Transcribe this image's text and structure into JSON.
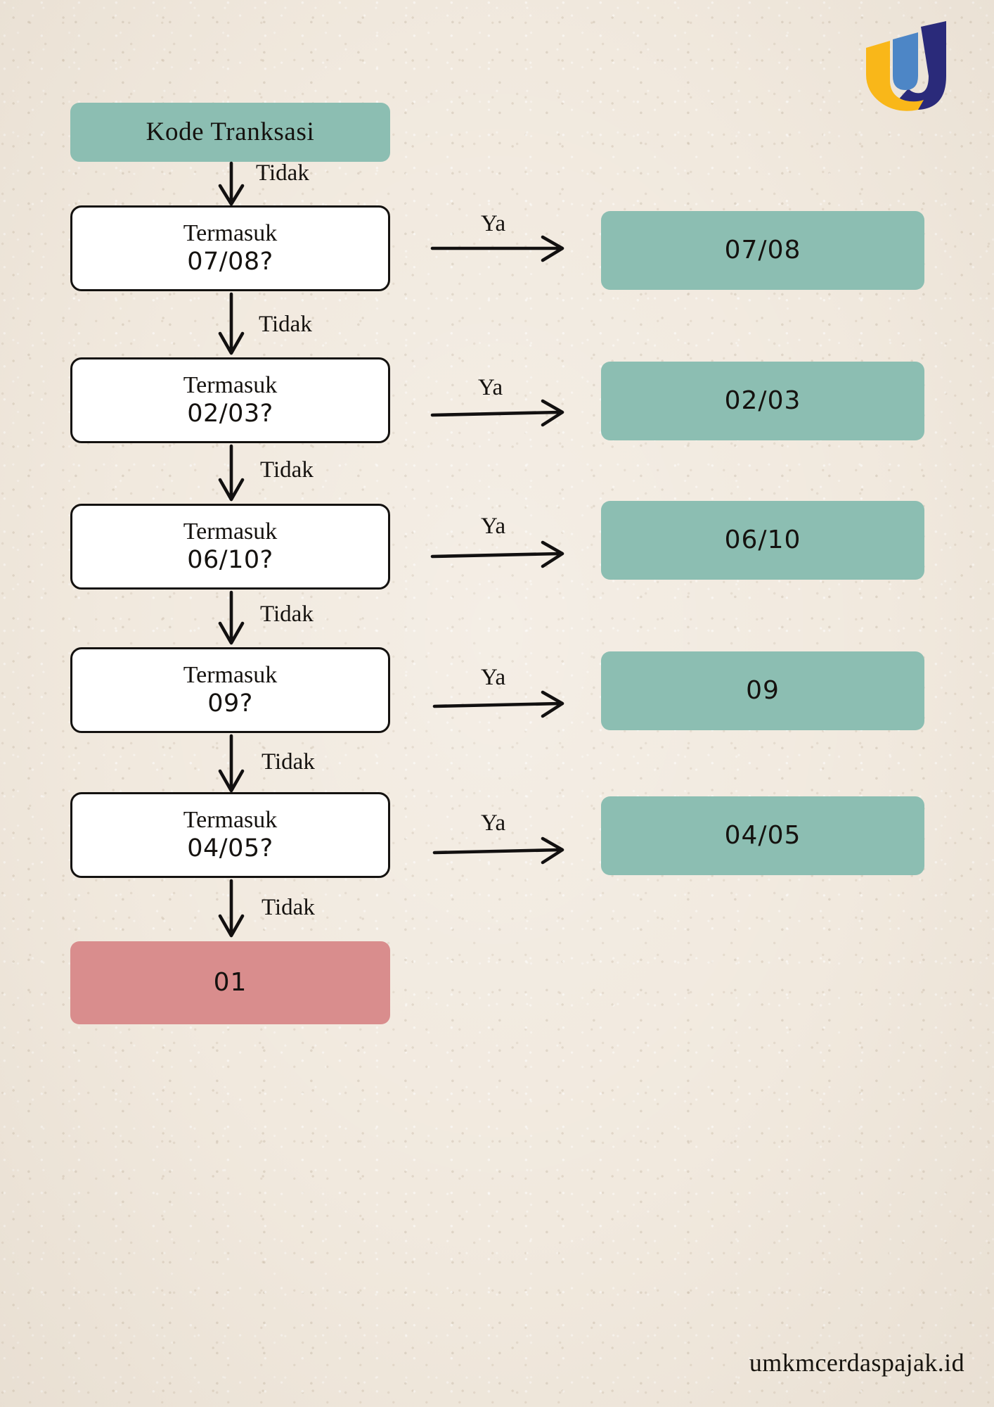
{
  "background_color": "#f1e9de",
  "palette": {
    "accent_green": "#8cbeb2",
    "terminal_red": "#d98d8d",
    "box_white": "#ffffff",
    "ink": "#15120f",
    "logo_yellow": "#f9b719",
    "logo_light_blue": "#4d86c6",
    "logo_navy": "#2a2a7a"
  },
  "logo": {
    "name": "umkm-cerdas-pajak-u-logo",
    "alt": "U"
  },
  "start": {
    "label": "Kode Tranksasi"
  },
  "decisions": [
    {
      "id": "d1",
      "line1": "Termasuk",
      "line2": "07/08?",
      "no_label": "Tidak",
      "yes_label": "Ya"
    },
    {
      "id": "d2",
      "line1": "Termasuk",
      "line2": "02/03?",
      "no_label": "Tidak",
      "yes_label": "Ya"
    },
    {
      "id": "d3",
      "line1": "Termasuk",
      "line2": "06/10?",
      "no_label": "Tidak",
      "yes_label": "Ya"
    },
    {
      "id": "d4",
      "line1": "Termasuk",
      "line2": "09?",
      "no_label": "Tidak",
      "yes_label": "Ya"
    },
    {
      "id": "d5",
      "line1": "Termasuk",
      "line2": "04/05?",
      "no_label": "Tidak",
      "yes_label": "Ya"
    }
  ],
  "results": [
    {
      "id": "r1",
      "label": "07/08"
    },
    {
      "id": "r2",
      "label": "02/03"
    },
    {
      "id": "r3",
      "label": "06/10"
    },
    {
      "id": "r4",
      "label": "09"
    },
    {
      "id": "r5",
      "label": "04/05"
    }
  ],
  "entry_edge": {
    "label": "Tidak"
  },
  "terminal": {
    "label": "01"
  },
  "footer": {
    "text": "umkmcerdaspajak.id"
  }
}
